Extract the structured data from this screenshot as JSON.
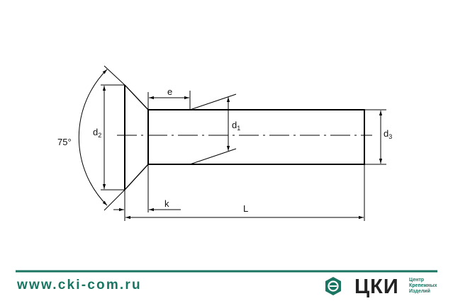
{
  "drawing": {
    "labels": {
      "angle": "75°",
      "d2": "d",
      "d2_sub": "2",
      "d1": "d",
      "d1_sub": "1",
      "d3": "d",
      "d3_sub": "3",
      "e": "e",
      "k": "k",
      "L": "L"
    }
  },
  "footer": {
    "url": "www.cki-com.ru",
    "brand": "ЦКИ",
    "tagline": [
      "Центр",
      "Крепежных",
      "Изделий"
    ],
    "accent_color": "#1a7563"
  }
}
